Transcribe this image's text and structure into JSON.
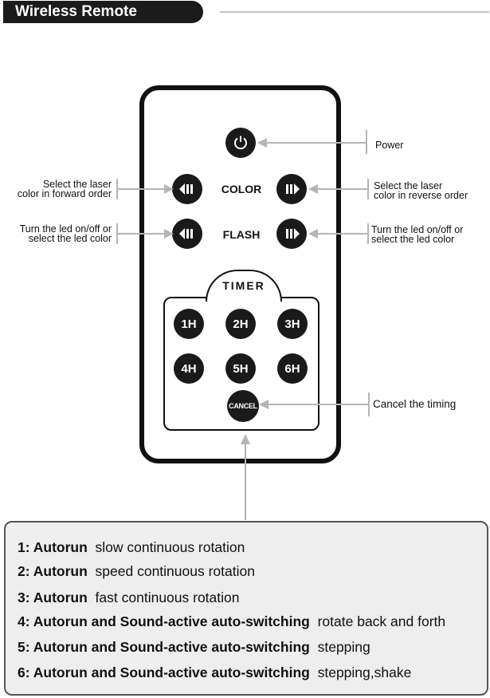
{
  "header": {
    "title": "Wireless Remote"
  },
  "remote": {
    "color_label": "COLOR",
    "flash_label": "FLASH",
    "timer_label": "TIMER",
    "timer_buttons": [
      "1H",
      "2H",
      "3H",
      "4H",
      "5H",
      "6H"
    ],
    "cancel_label": "CANCEL"
  },
  "annotations": {
    "power": "Power",
    "color_left_1": "Select the laser",
    "color_left_2": "color in forward order",
    "color_right_1": "Select the laser",
    "color_right_2": "color in reverse order",
    "flash_left_1": "Turn the led on/off or",
    "flash_left_2": "select the led color",
    "flash_right_1": "Turn the led on/off or",
    "flash_right_2": "select the led color",
    "cancel": "Cancel the timing"
  },
  "modes": [
    {
      "key": "1: Autorun",
      "desc": "slow continuous rotation"
    },
    {
      "key": "2: Autorun",
      "desc": "speed continuous rotation"
    },
    {
      "key": "3: Autorun",
      "desc": "fast continuous rotation"
    },
    {
      "key": "4: Autorun and Sound-active auto-switching",
      "desc": "rotate back and forth"
    },
    {
      "key": "5: Autorun and Sound-active auto-switching",
      "desc": "stepping"
    },
    {
      "key": "6: Autorun and Sound-active auto-switching",
      "desc": "stepping,shake"
    }
  ],
  "icons": {
    "power": "power-icon",
    "back": "back-arrow-icon",
    "forward": "forward-arrow-icon"
  }
}
